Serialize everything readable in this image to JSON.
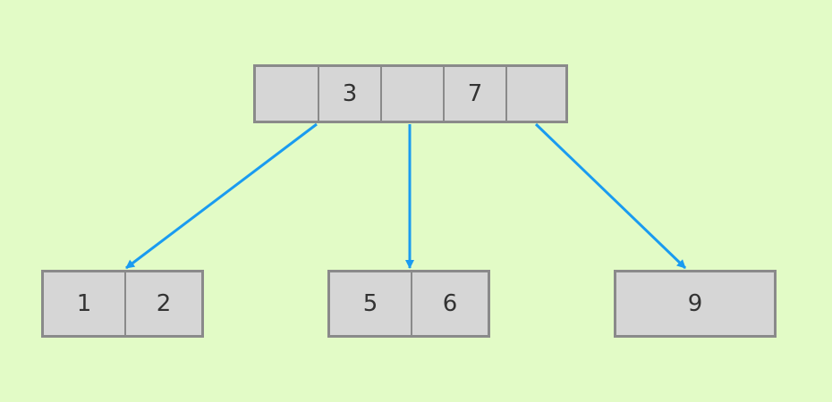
{
  "colors": {
    "background": "#e2fbc6",
    "node_fill": "#d6d6d6",
    "node_border": "#8a8a8a",
    "edge": "#1a9bf0",
    "text": "#333333"
  },
  "tree": {
    "root": {
      "cells": [
        "",
        "3",
        "",
        "7",
        ""
      ]
    },
    "children": [
      {
        "cells": [
          "1",
          "2"
        ]
      },
      {
        "cells": [
          "5",
          "6"
        ]
      },
      {
        "cells": [
          "9"
        ]
      }
    ],
    "edges": [
      {
        "from": "root",
        "to": "child-0"
      },
      {
        "from": "root",
        "to": "child-1"
      },
      {
        "from": "root",
        "to": "child-2"
      }
    ]
  }
}
